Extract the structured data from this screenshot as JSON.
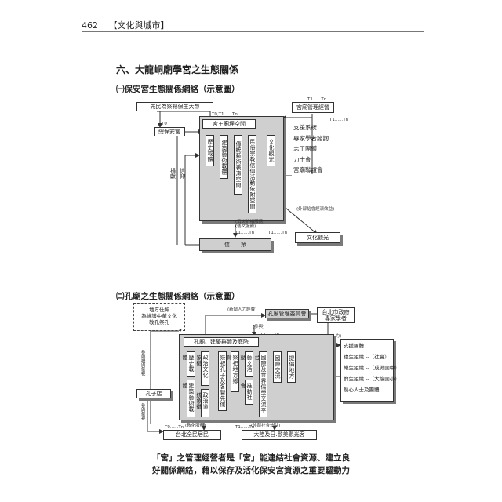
{
  "header": {
    "page_number": "462",
    "running_title": "【文化與城市】"
  },
  "section_title": "六、大龍峒廟學宮之生態關係",
  "diagram1": {
    "subtitle": "㈠保安宮生態關係網絡（示意圖）",
    "ancestors_box": "先民為祭祀保生大帝",
    "temple_admin_box": "宮廟管理經營",
    "protect_temple_box": "總保安宮",
    "core_label": "宮＋廟埕空間",
    "columns": [
      "歷史載體",
      "建築藝術載體",
      "傳統藝術表演空間",
      "民俗宗教信仰活動依附空間",
      "文化觀光"
    ],
    "support_list": [
      "支援系統",
      "專家學者諮詢",
      "志工團體",
      "力士會",
      "宮廟聯誼會"
    ],
    "donate_label": "捐獻",
    "belief_label": "信仰",
    "effects_label": "(消災祈福服務)\n(藝文服務)",
    "external_label": "(外部給會經濟效益)",
    "tourism_box": "文化觀光",
    "believers_box": "信　　眾",
    "time_labels": {
      "t0": "T0",
      "t0t1tn": "T0,T1......Tn",
      "t1tn": "T1......Tn"
    }
  },
  "diagram2": {
    "subtitle": "㈡孔廟之生態關係網絡（示意圖）",
    "gentry_box": "地方仕紳\n為維護中華文化\n敬孔祭孔",
    "committee_box": "孔廟管理委員會",
    "government_box": "台北市政府\n專家學者",
    "core_label": "孔廟、建築群體及庭院",
    "columns": [
      "歷史載體",
      "建築藝術載體",
      "政治文化象徵",
      "政治道統象徵",
      "祭祀孔子及各賢先儒",
      "祭祀地方鄉賢",
      "藝文活動",
      "推動社會",
      "國際及世界儒學交流平台",
      "國際交流",
      "提倡地方"
    ],
    "support_list": [
      "支援團體",
      "禮生組織 --（社會）",
      "樂生組織 --（成淵國中）",
      "佾生組織 --（大龍國小）",
      "熱心人士及團體"
    ],
    "left_vertical_a": "參與禮與祭祀",
    "left_vertical_b": "參與祭祀",
    "confucius_shop_box": "孔子店",
    "taipei_box": "台北全民居民",
    "mainland_box": "大陸及日.歐美觀光客",
    "annotations": [
      "(新增人力經費)",
      "(參與)",
      "(人力)",
      "(教化服務)",
      "(外部社會效益)"
    ],
    "time_labels": {
      "t0tn": "T0......Tn",
      "t1tn": "T1......Tn"
    }
  },
  "caption": [
    "「宮」之管理經營者是「宮」能連結社會資源、建立良",
    "好關係網絡，藉以保存及活化保安宮資源之重要驅動力"
  ]
}
